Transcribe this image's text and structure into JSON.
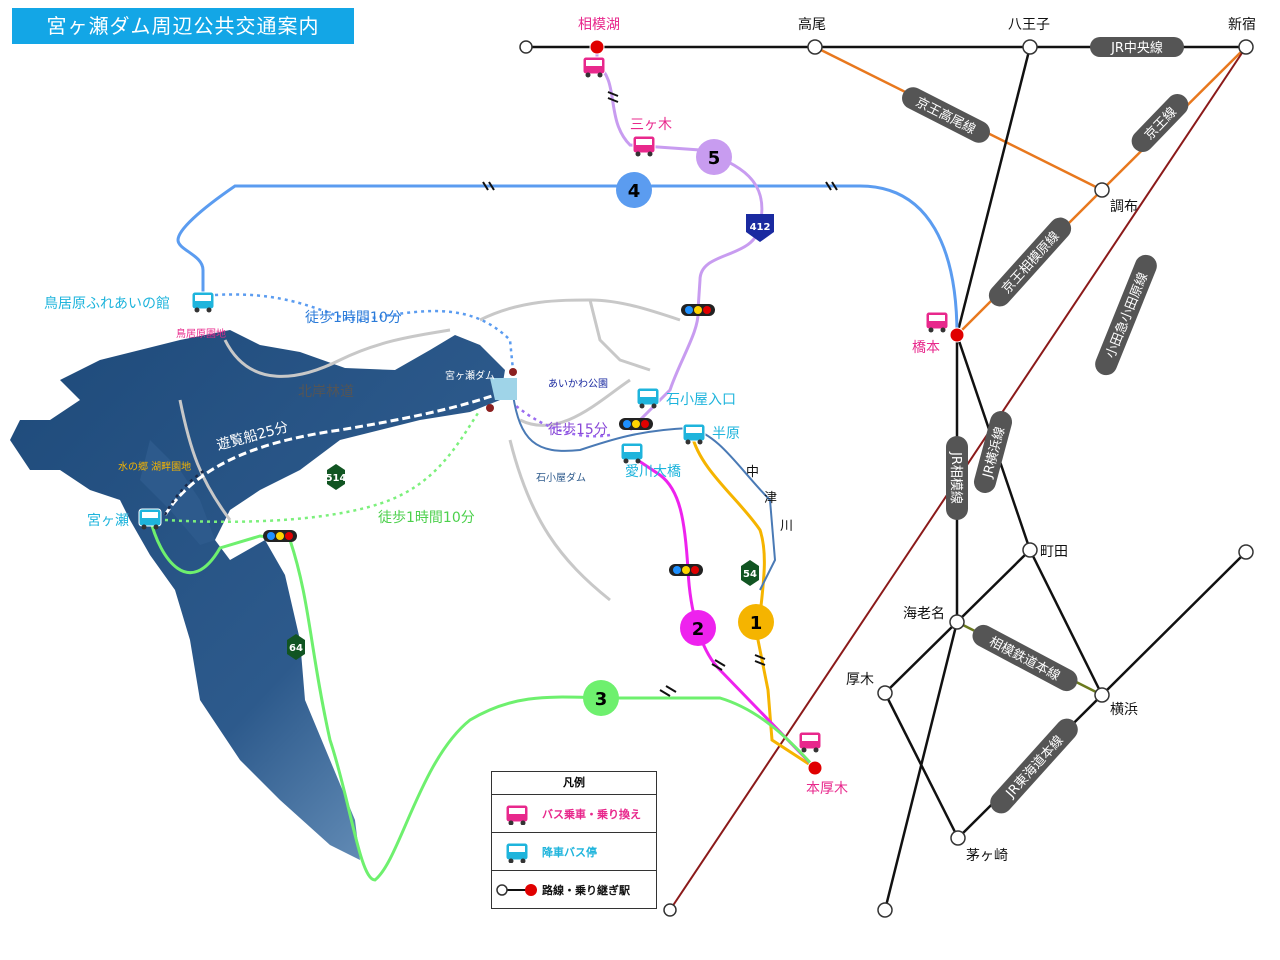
{
  "title": "宮ヶ瀬ダム周辺公共交通案内",
  "stations": {
    "sagamiko": "相模湖",
    "takao": "高尾",
    "hachioji": "八王子",
    "shinjuku": "新宿",
    "chofu": "調布",
    "hashimoto": "橋本",
    "machida": "町田",
    "ebina": "海老名",
    "atsugi": "厚木",
    "yokohama": "横浜",
    "honatsugi": "本厚木",
    "chigasaki": "茅ヶ崎"
  },
  "lines": {
    "jr_chuo": "JR中央線",
    "keio_takao": "京王高尾線",
    "keio": "京王線",
    "keio_sagamihara": "京王相模原線",
    "odakyu": "小田急小田原線",
    "jr_yokohama": "JR横浜線",
    "jr_sagami": "JR相模線",
    "sotetsu": "相模鉄道本線",
    "jr_tokaido": "JR東海道本線"
  },
  "places": {
    "toriibara": "鳥居原ふれあいの館",
    "toriibara_green": "鳥居原園地",
    "miyagase_dam": "宮ヶ瀬ダム",
    "aikawa_park": "あいかわ公園",
    "ishigoya_iriguchi": "石小屋入口",
    "hanbara": "半原",
    "aikawa_ohashi": "愛川大橋",
    "ishigoya_dam": "石小屋ダム",
    "mizu_no_sato": "水の郷 湖畔園地",
    "miyagase": "宮ヶ瀬",
    "mikagi": "三ヶ木",
    "hokugan_rindo": "北岸林道",
    "nakatsu_river": [
      "中",
      "津",
      "川"
    ]
  },
  "routes": {
    "walk_70_top": "徒歩1時間10分",
    "walk_70_bottom": "徒歩1時間10分",
    "walk_15": "徒歩15分",
    "boat_25": "遊覧船25分",
    "route_numbers": [
      "1",
      "2",
      "3",
      "4",
      "5"
    ],
    "road_numbers": [
      "412",
      "514",
      "54",
      "64"
    ]
  },
  "legend": {
    "title": "凡例",
    "items": [
      "バス乗車・乗り換え",
      "降車バス停",
      "路線・乗り継ぎ駅"
    ]
  },
  "colors": {
    "title_bg": "#13a6e6",
    "lake": "#2d5a8c",
    "route1": "#f5b400",
    "route2": "#ee22ee",
    "route3": "#6ef06e",
    "route4": "#5b9cf0",
    "route5": "#c89cf0",
    "keio": "#e8781e",
    "odakyu": "#8b1a1a",
    "station_red": "#e00000",
    "bus_pink": "#e8288c",
    "bus_cyan": "#1eb4dc"
  }
}
